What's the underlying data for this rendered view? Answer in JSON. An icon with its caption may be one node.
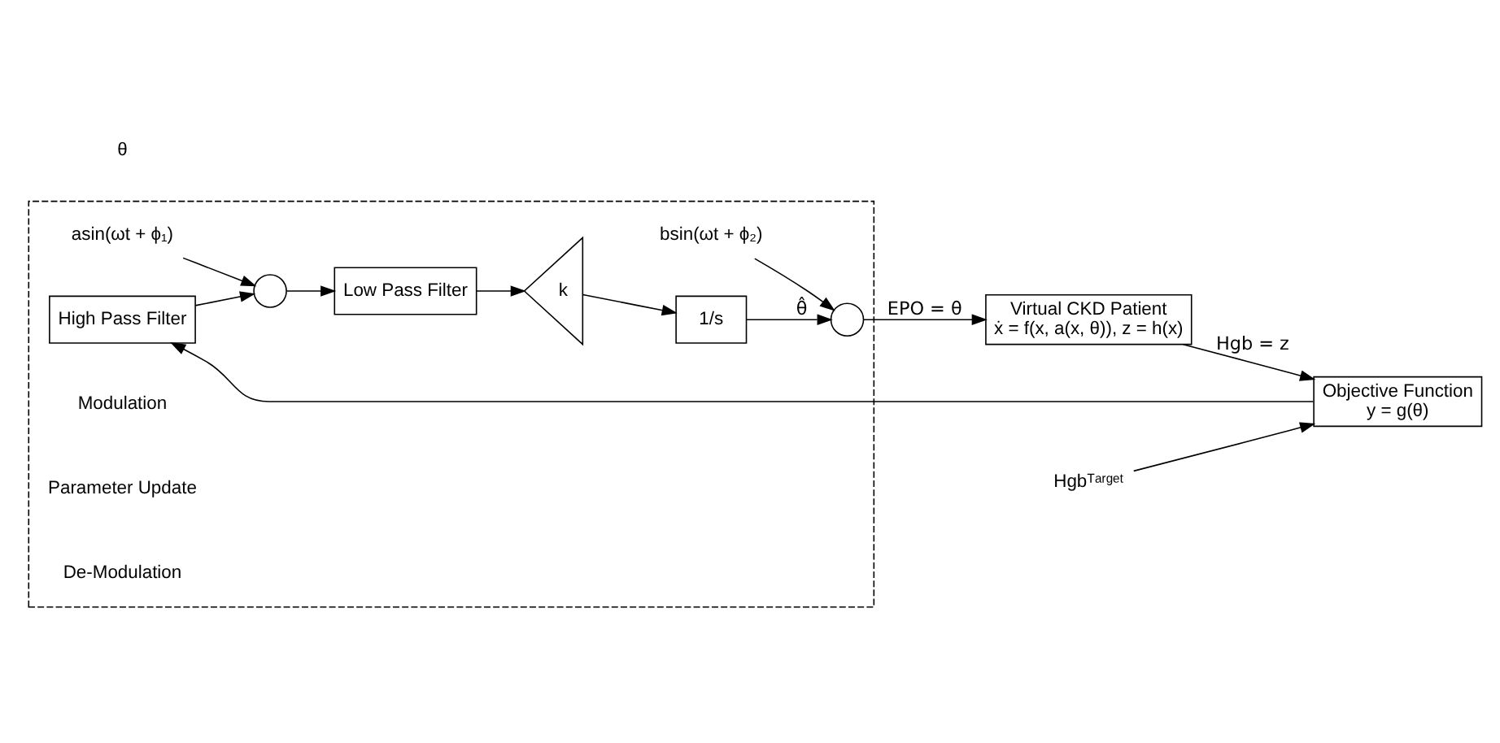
{
  "diagram": {
    "nodes": [
      {
        "text": [
          "Virtual CKD Patient",
          "ẋ = f(x, a(x, θ)), z = h(x)"
        ]
      },
      {
        "text": [
          "Objective Function",
          "y = g(θ)"
        ]
      },
      {
        "text": [],
        "shape": "box"
      },
      {
        "text": [],
        "shape": "circle",
        "in": 2
      },
      {
        "text": [
          "1/s"
        ],
        "in": 2
      },
      {
        "text": [
          "k"
        ],
        "in": 2
      },
      {
        "text": [
          "Low Pass Filter"
        ],
        "in": 2
      },
      {
        "text": [],
        "shape": "circle",
        "in": 2
      },
      {
        "text": [
          "High Pass Filter"
        ],
        "in": 2
      },
      {
        "text": [
          "bsin(ωt + ϕ₂)"
        ],
        "in": 2
      },
      {
        "text": [
          "asin(ωt + ϕ₁)"
        ],
        "in": 2
      },
      {
        "text": [
          "Hgbᵀᵃʳᵍᵉᵗ"
        ]
      }
    ],
    "edges": [
      {
        "from": 0,
        "to": 1,
        "arrow": "to",
        "label": "Hgb = z"
      },
      {
        "from": 11,
        "to": 1,
        "arrow": "to"
      },
      {
        "from": 1,
        "to": 8,
        "arrow": "to"
      },
      {
        "from": 8,
        "to": 7,
        "arrow": "to"
      },
      {
        "from": 10,
        "to": 7,
        "arrow": "to"
      },
      {
        "from": 7,
        "to": 6,
        "arrow": "to"
      },
      {
        "from": 6,
        "to": 5,
        "arrow": "to"
      },
      {
        "from": 5,
        "to": 4,
        "arrow": "to"
      },
      {
        "from": 4,
        "to": 3,
        "arrow": "to",
        "label": "θ̂"
      },
      {
        "from": 9,
        "to": 3,
        "arrow": "to"
      },
      {
        "from": 3,
        "to": 0,
        "arrow": "to",
        "label": "EPO = θ"
      }
    ],
    "labels": [
      "Modulation",
      "Parameter Update",
      "De-Modulation",
      "θ"
    ]
  }
}
